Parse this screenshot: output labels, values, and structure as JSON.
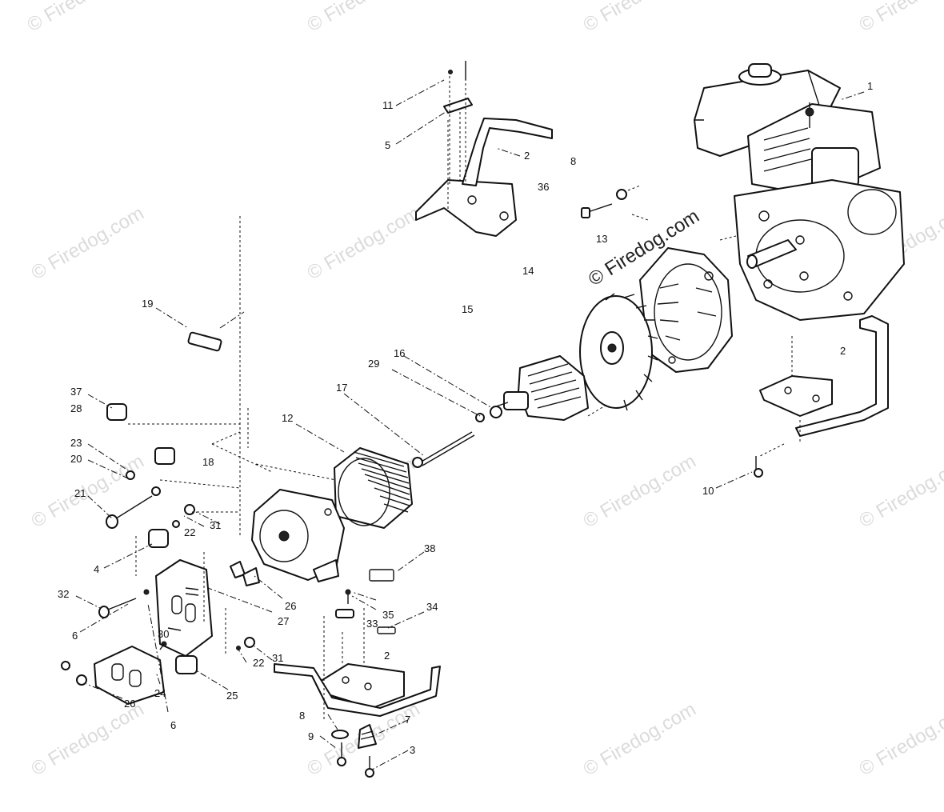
{
  "watermark": {
    "text": "© Firedog.com",
    "corner_text": "© Firedog.com"
  },
  "callouts": [
    {
      "id": "1",
      "label": "1"
    },
    {
      "id": "2a",
      "label": "2"
    },
    {
      "id": "2b",
      "label": "2"
    },
    {
      "id": "2c",
      "label": "2"
    },
    {
      "id": "3",
      "label": "3"
    },
    {
      "id": "4",
      "label": "4"
    },
    {
      "id": "5",
      "label": "5"
    },
    {
      "id": "6a",
      "label": "6"
    },
    {
      "id": "6b",
      "label": "6"
    },
    {
      "id": "7",
      "label": "7"
    },
    {
      "id": "8a",
      "label": "8"
    },
    {
      "id": "8b",
      "label": "8"
    },
    {
      "id": "9",
      "label": "9"
    },
    {
      "id": "10",
      "label": "10"
    },
    {
      "id": "11",
      "label": "11"
    },
    {
      "id": "12",
      "label": "12"
    },
    {
      "id": "13",
      "label": "13"
    },
    {
      "id": "14",
      "label": "14"
    },
    {
      "id": "15",
      "label": "15"
    },
    {
      "id": "16",
      "label": "16"
    },
    {
      "id": "17",
      "label": "17"
    },
    {
      "id": "18",
      "label": "18"
    },
    {
      "id": "19",
      "label": "19"
    },
    {
      "id": "20",
      "label": "20"
    },
    {
      "id": "21",
      "label": "21"
    },
    {
      "id": "22a",
      "label": "22"
    },
    {
      "id": "22b",
      "label": "22"
    },
    {
      "id": "23",
      "label": "23"
    },
    {
      "id": "24",
      "label": "24"
    },
    {
      "id": "25",
      "label": "25"
    },
    {
      "id": "26a",
      "label": "26"
    },
    {
      "id": "26b",
      "label": "26"
    },
    {
      "id": "27",
      "label": "27"
    },
    {
      "id": "28",
      "label": "28"
    },
    {
      "id": "29",
      "label": "29"
    },
    {
      "id": "30",
      "label": "30"
    },
    {
      "id": "31a",
      "label": "31"
    },
    {
      "id": "31b",
      "label": "31"
    },
    {
      "id": "32",
      "label": "32"
    },
    {
      "id": "33",
      "label": "33"
    },
    {
      "id": "34",
      "label": "34"
    },
    {
      "id": "35",
      "label": "35"
    },
    {
      "id": "36",
      "label": "36"
    },
    {
      "id": "37",
      "label": "37"
    },
    {
      "id": "38",
      "label": "38"
    }
  ]
}
